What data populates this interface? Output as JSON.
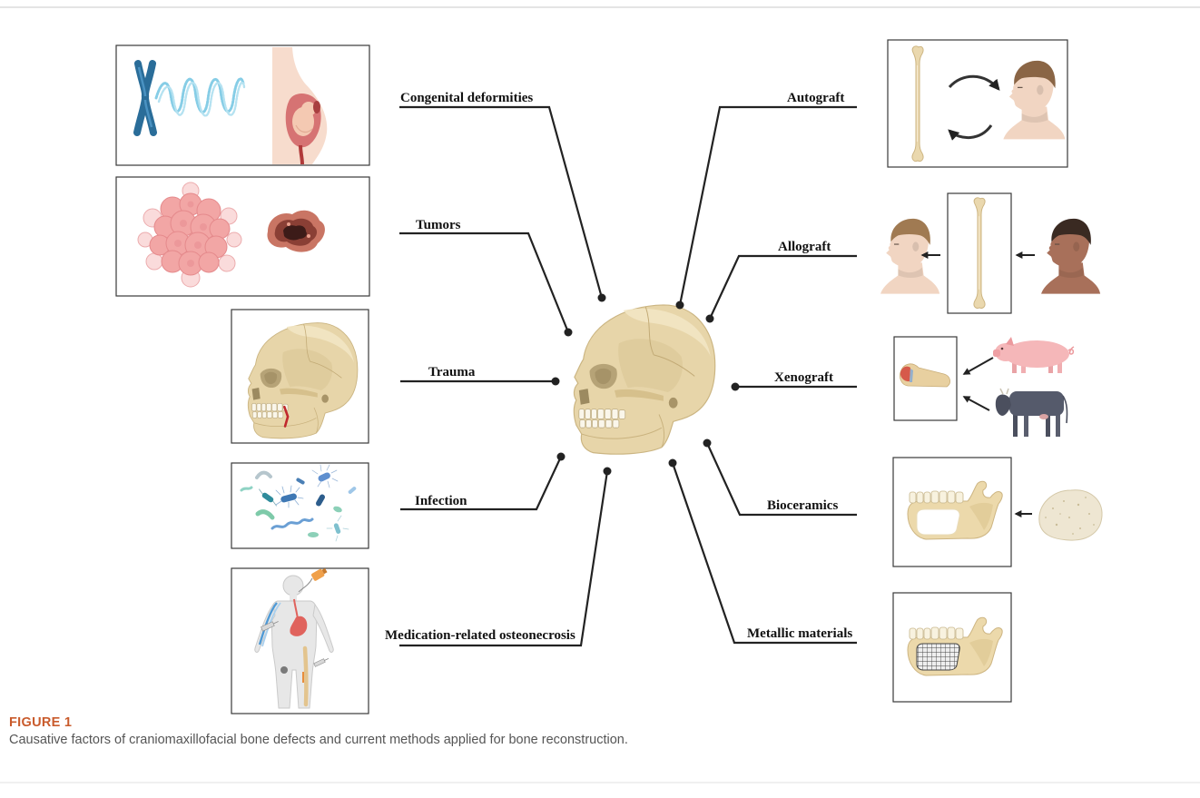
{
  "figure": {
    "causes": [
      {
        "label": "Congenital deformities",
        "icons": [
          "chromosome-icon",
          "dna-strand-icon",
          "fetus-in-womb-icon"
        ]
      },
      {
        "label": "Tumors",
        "icons": [
          "cancer-cell-cluster-icon",
          "tumor-tissue-icon"
        ]
      },
      {
        "label": "Trauma",
        "icons": [
          "fractured-skull-icon"
        ]
      },
      {
        "label": "Infection",
        "icons": [
          "bacteria-icon"
        ]
      },
      {
        "label": "Medication-related osteonecrosis",
        "icons": [
          "human-body-medication-icon"
        ]
      }
    ],
    "center": {
      "icons": [
        "skull-icon"
      ]
    },
    "methods": [
      {
        "label": "Autograft",
        "icons": [
          "long-bone-icon",
          "exchange-arrows-icon",
          "patient-head-icon"
        ]
      },
      {
        "label": "Allograft",
        "icons": [
          "recipient-head-icon",
          "long-bone-icon",
          "donor-head-icon"
        ]
      },
      {
        "label": "Xenograft",
        "icons": [
          "bone-fragment-icon",
          "pig-icon",
          "cow-icon"
        ]
      },
      {
        "label": "Bioceramics",
        "icons": [
          "mandible-with-implant-icon",
          "ceramic-powder-icon"
        ]
      },
      {
        "label": "Metallic materials",
        "icons": [
          "mandible-with-mesh-icon"
        ]
      }
    ]
  },
  "caption": {
    "number": "FIGURE 1",
    "text": "Causative factors of craniomaxillofacial bone defects and current methods applied for bone reconstruction."
  },
  "colors": {
    "caption_accent": "#c95b2c",
    "caption_text": "#555555",
    "connector": "#222222",
    "bone": "#e7d5a9",
    "frame": "#3a3a3a"
  }
}
